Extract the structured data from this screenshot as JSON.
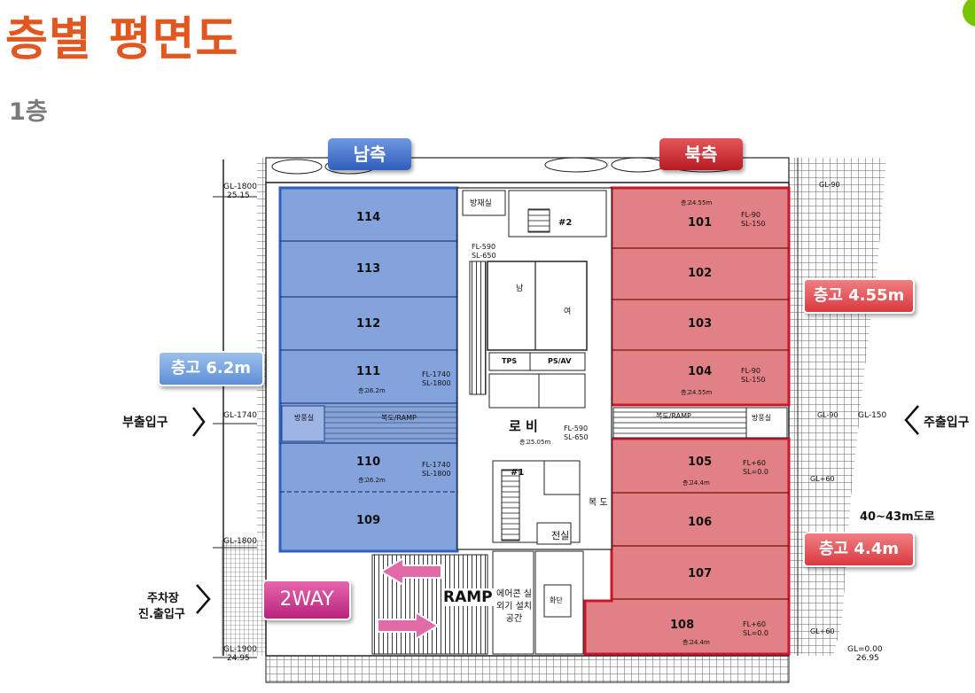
{
  "title": "층별 평면도",
  "subtitle": "1층",
  "badges": {
    "south": "남측",
    "north": "북측",
    "height_south": "층고 6.2m",
    "height_north_upper": "층고 4.55m",
    "height_north_lower": "층고 4.4m",
    "two_way": "2WAY"
  },
  "entrances": {
    "secondary": "부출입구",
    "main": "주출입구",
    "parking_line1": "주차장",
    "parking_line2": "진.출입구",
    "road": "40~43m도로"
  },
  "units_south": [
    "114",
    "113",
    "112",
    "111",
    "110",
    "109"
  ],
  "units_north": [
    "101",
    "102",
    "103",
    "104",
    "105",
    "106",
    "107",
    "108"
  ],
  "rooms": {
    "disaster_room": "방재실",
    "lobby": "로 비",
    "lobby_height": "층고5.05m",
    "corridor": "복 도",
    "electric": "전실",
    "ramp": "RAMP",
    "aircon": "에어콘 실외기 설치 공간",
    "tps": "TPS",
    "psav": "PS/AV",
    "male": "남",
    "female": "여",
    "flower_bed": "화단",
    "stair1": "#1",
    "stair2": "#2",
    "wind_room": "방풍실",
    "ramp_label": "복도/RAMP"
  },
  "levels": {
    "gl_1800_top": "GL-1800",
    "gl_25_15": "25.15",
    "gl_1740": "GL-1740",
    "gl_1800_mid": "GL-1800",
    "gl_1900": "GL-1900",
    "gl_24_95": "24.95",
    "gl_90_top": "GL-90",
    "gl_90_mid": "GL-90",
    "gl_150": "GL-150",
    "gl_60": "GL+60",
    "gl_0": "GL=0.00",
    "gl_26_95": "26.95",
    "fl_590": "FL-590",
    "sl_650": "SL-650",
    "fl_1740": "FL-1740",
    "sl_1800": "SL-1800",
    "fl_90": "FL-90",
    "sl_150": "SL-150",
    "fl_60": "FL+60",
    "sl_0": "SL=0.0",
    "h_6_2": "층고6.2m",
    "h_4_55": "층고4.55m",
    "h_4_4": "층고4.4m"
  },
  "colors": {
    "title": "#e2561f",
    "south_fill": "#6f93d6",
    "south_stroke": "#2f5fbd",
    "north_fill": "#dc6a70",
    "north_stroke": "#c8172b"
  }
}
